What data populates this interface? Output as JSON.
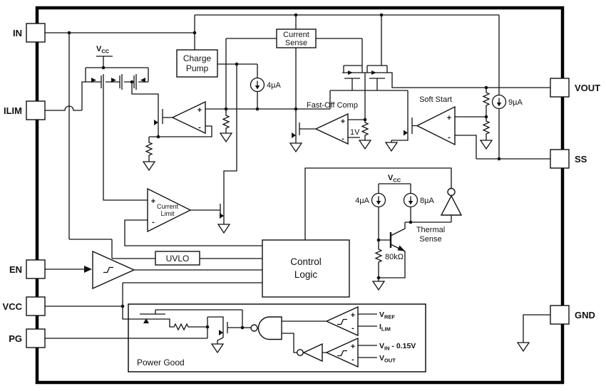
{
  "pins": {
    "in": "IN",
    "ilim": "ILIM",
    "en": "EN",
    "vcc": "VCC",
    "pg": "PG",
    "vout": "VOUT",
    "ss": "SS",
    "gnd": "GND"
  },
  "blocks": {
    "charge_pump": {
      "line1": "Charge",
      "line2": "Pump"
    },
    "current_sense": {
      "line1": "Current",
      "line2": "Sense"
    },
    "uvlo": "UVLO",
    "control_logic": {
      "line1": "Control",
      "line2": "Logic"
    },
    "power_good": "Power Good"
  },
  "amplifiers": {
    "current_limit": {
      "line1": "Current",
      "line2": "Limit"
    },
    "fast_off": "Fast-Off Comp",
    "soft_start": "Soft Start",
    "thermal": {
      "line1": "Thermal",
      "line2": "Sense"
    }
  },
  "current_sources": {
    "gate": "4µA",
    "softstart": "9µA",
    "thermal_a": "4µA",
    "thermal_b": "8µA"
  },
  "labels": {
    "plus": "+",
    "minus": "-",
    "vcc_mirror": {
      "main": "V",
      "sub": "CC"
    },
    "vcc_thermal": {
      "main": "V",
      "sub": "CC"
    },
    "ref_1v": "1V",
    "r_thermal": "80kΩ",
    "pg_vref": {
      "main": "V",
      "sub": "REF"
    },
    "pg_ilim": {
      "main": "I",
      "sub": "LIM"
    },
    "pg_vin": {
      "main": "V",
      "sub": "IN",
      "rest": " - 0.15V"
    },
    "pg_vout": {
      "main": "V",
      "sub": "OUT"
    }
  },
  "colors": {
    "line": "#111111",
    "background": "#ffffff"
  }
}
